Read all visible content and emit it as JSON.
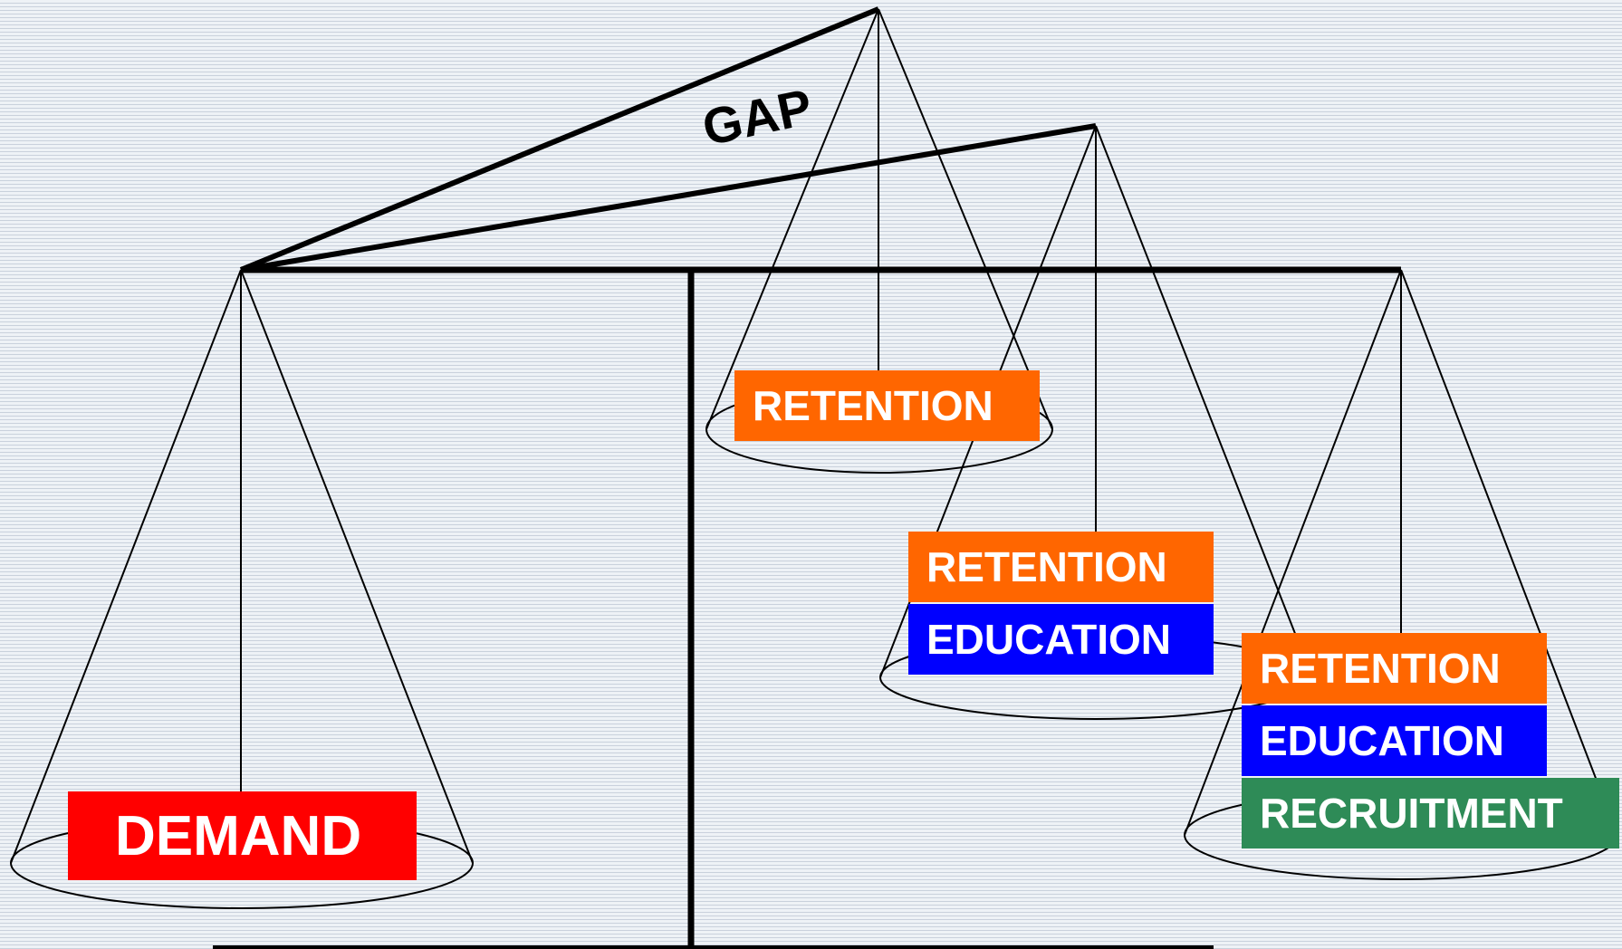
{
  "gap_label": "GAP",
  "pans": {
    "left": {
      "items": [
        {
          "label": "DEMAND",
          "color": "#ff0000"
        }
      ]
    },
    "pan_1": {
      "items": [
        {
          "label": "RETENTION",
          "color": "#ff6600"
        }
      ]
    },
    "pan_2": {
      "items": [
        {
          "label": "RETENTION",
          "color": "#ff6600"
        },
        {
          "label": "EDUCATION",
          "color": "#0000ff"
        }
      ]
    },
    "pan_3": {
      "items": [
        {
          "label": "RETENTION",
          "color": "#ff6600"
        },
        {
          "label": "EDUCATION",
          "color": "#0000ff"
        },
        {
          "label": "RECRUITMENT",
          "color": "#2e8b57"
        }
      ]
    }
  }
}
